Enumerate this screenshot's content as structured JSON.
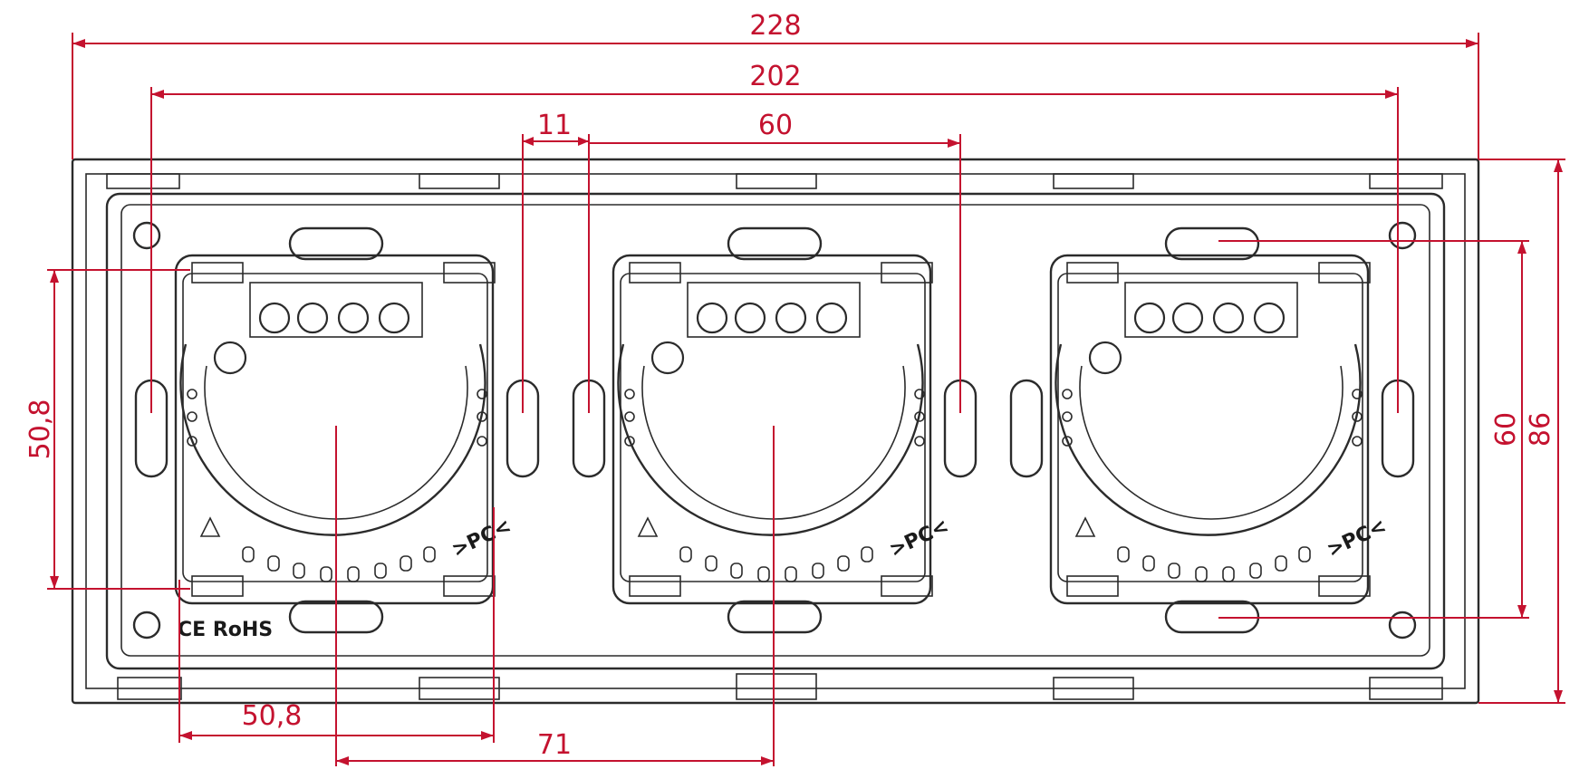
{
  "drawing": {
    "subject": "3-gang switch back plate with three 60 mm mounting boxes",
    "modules": 3,
    "colors": {
      "outline": "#2b2b2b",
      "dimension": "#c4122f"
    }
  },
  "dimensions": {
    "overall_width": "228",
    "frame_width": "202",
    "gap": "11",
    "box_outer": "60",
    "hole_spacing_horizontal": "50,8",
    "hole_spacing_vertical": "50,8",
    "module_pitch": "71",
    "hole_spacing_right": "60",
    "overall_height": "86"
  },
  "markings": {
    "certification": "CE RoHS",
    "material_left": ">PC<",
    "material_center": ">PC<",
    "material_right": ">PC<"
  }
}
